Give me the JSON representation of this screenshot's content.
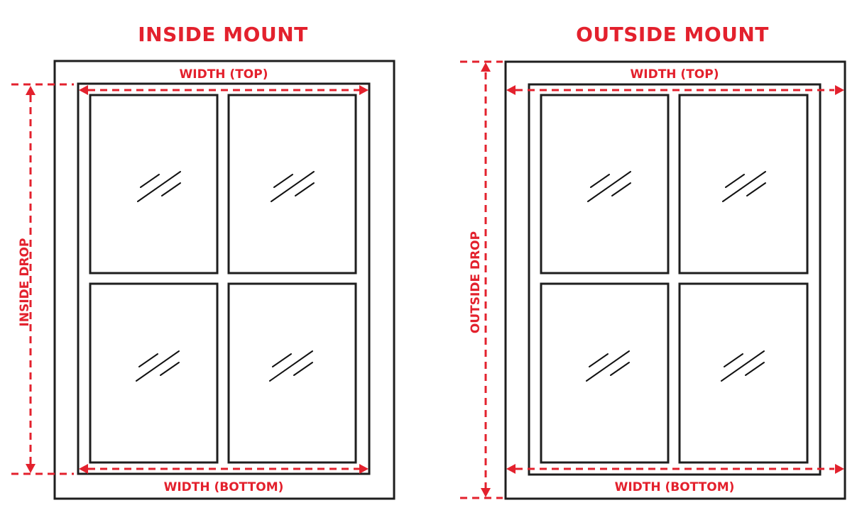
{
  "colors": {
    "accent_red": "#e3212d",
    "frame_black": "#1e1e1e",
    "background": "#ffffff"
  },
  "inside_mount": {
    "title": "INSIDE MOUNT",
    "width_top_label": "WIDTH (TOP)",
    "width_bottom_label": "WIDTH (BOTTOM)",
    "drop_label": "INSIDE DROP",
    "panes": 4
  },
  "outside_mount": {
    "title": "OUTSIDE MOUNT",
    "width_top_label": "WIDTH (TOP)",
    "width_bottom_label": "WIDTH (BOTTOM)",
    "drop_label": "OUTSIDE DROP",
    "panes": 4
  }
}
